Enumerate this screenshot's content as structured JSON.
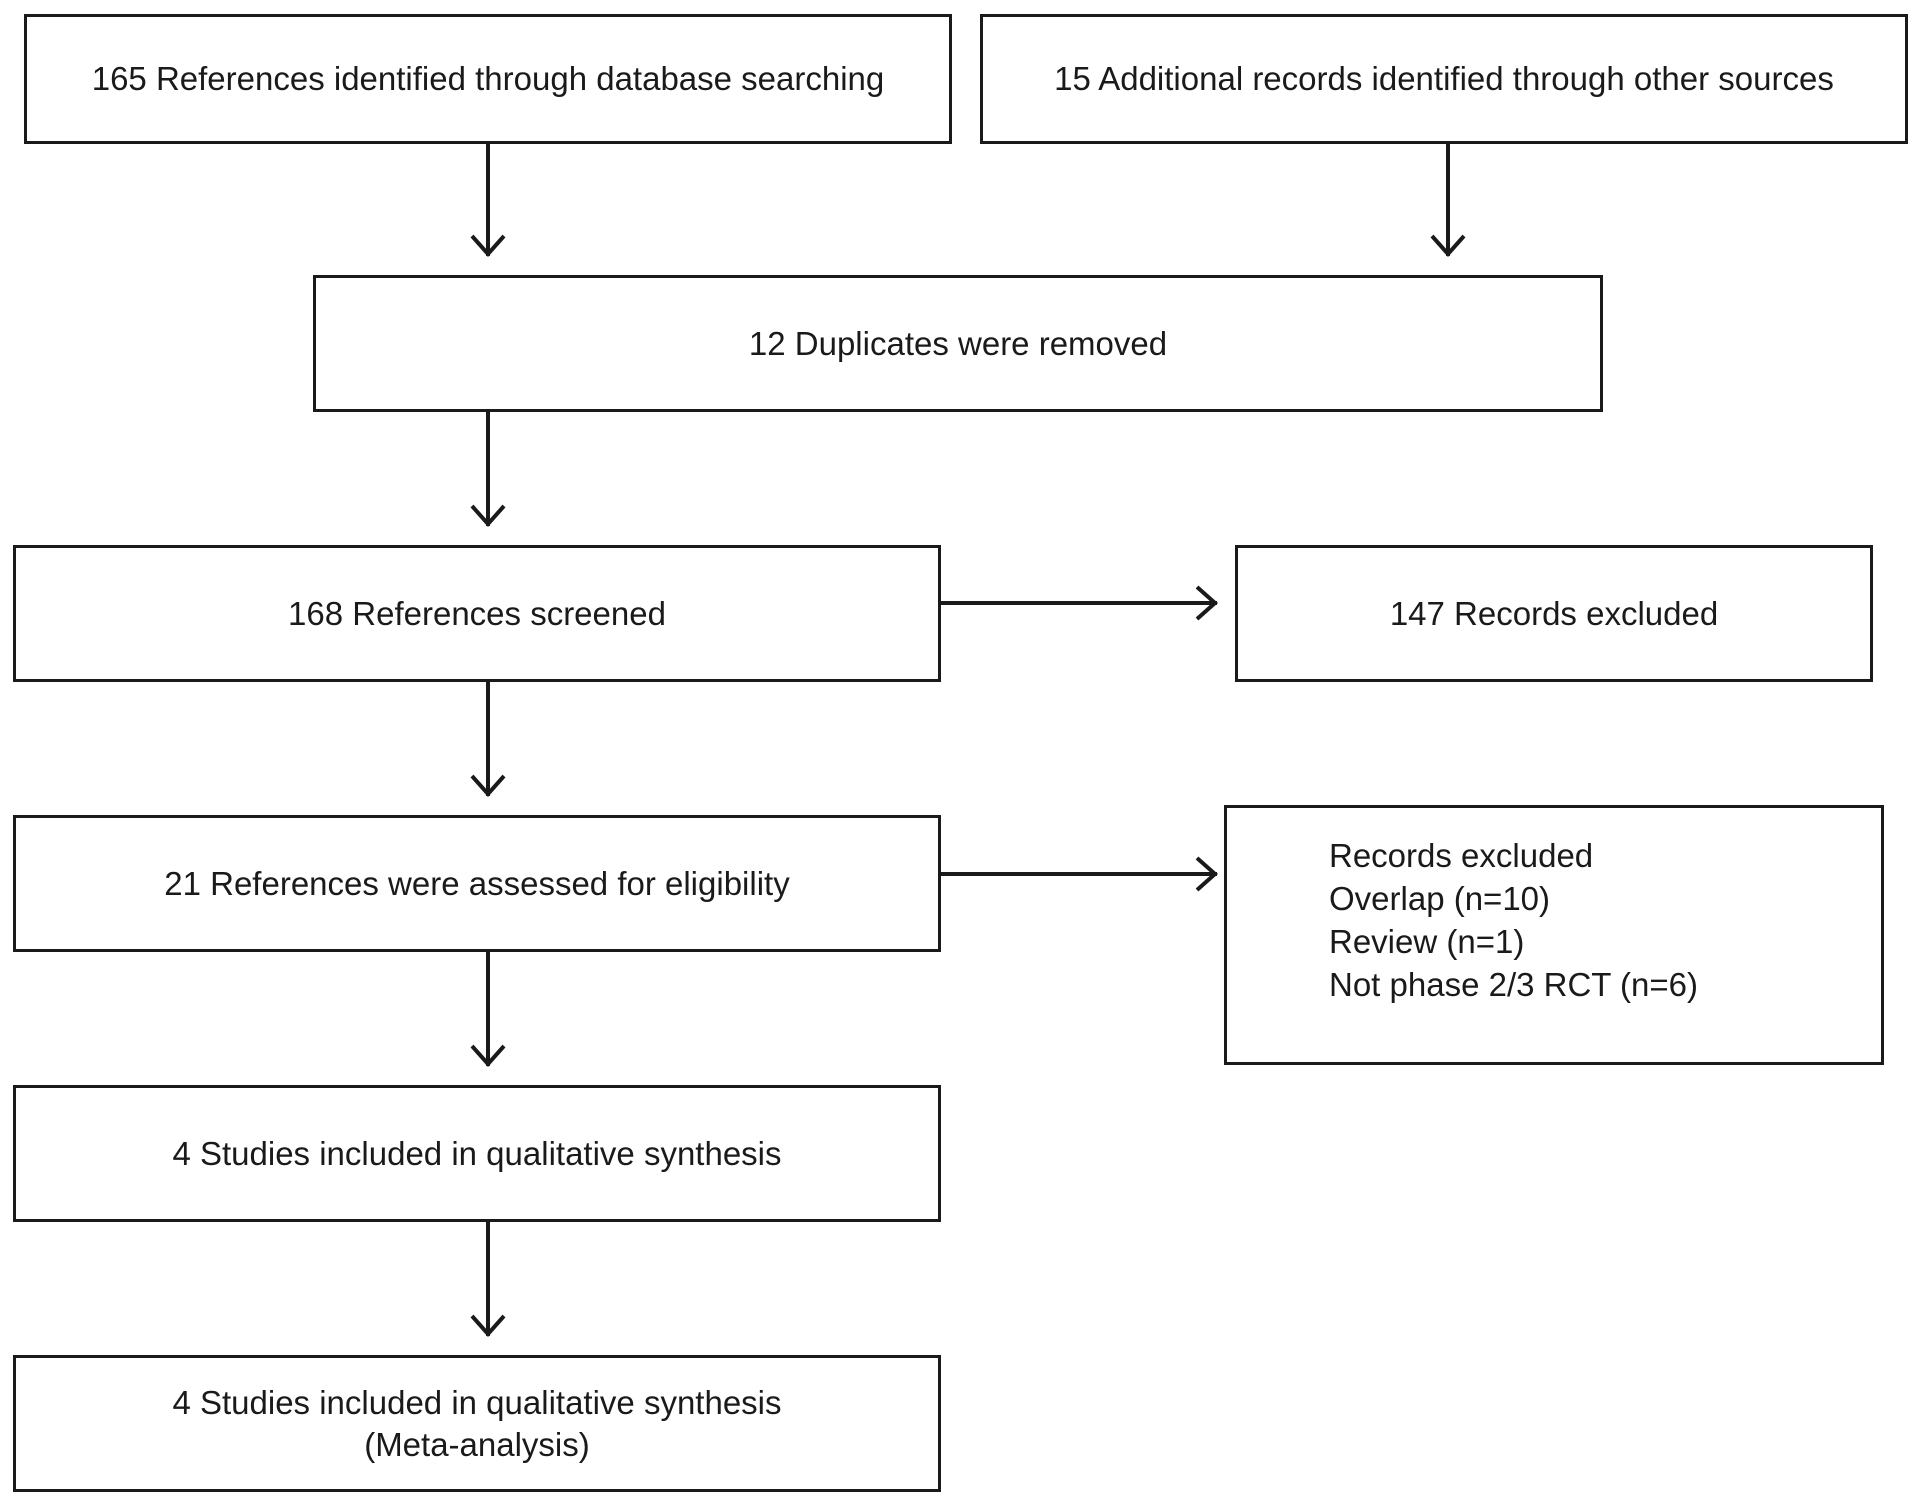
{
  "boxes": {
    "db_search": {
      "text": "165 References identified through database searching"
    },
    "other_sources": {
      "text": "15 Additional records identified through other sources"
    },
    "duplicates": {
      "text": "12 Duplicates were removed"
    },
    "screened": {
      "text": "168 References screened"
    },
    "excluded_screen": {
      "text": "147 Records excluded"
    },
    "eligibility": {
      "text": "21 References were assessed for eligibility"
    },
    "excluded_eligibility": {
      "lines": [
        "Records excluded",
        "Overlap (n=10)",
        "Review (n=1)",
        "Not phase 2/3 RCT (n=6)"
      ]
    },
    "qualitative": {
      "text": "4 Studies included in qualitative synthesis"
    },
    "meta": {
      "lines": [
        "4 Studies included in qualitative synthesis",
        "(Meta-analysis)"
      ]
    }
  }
}
